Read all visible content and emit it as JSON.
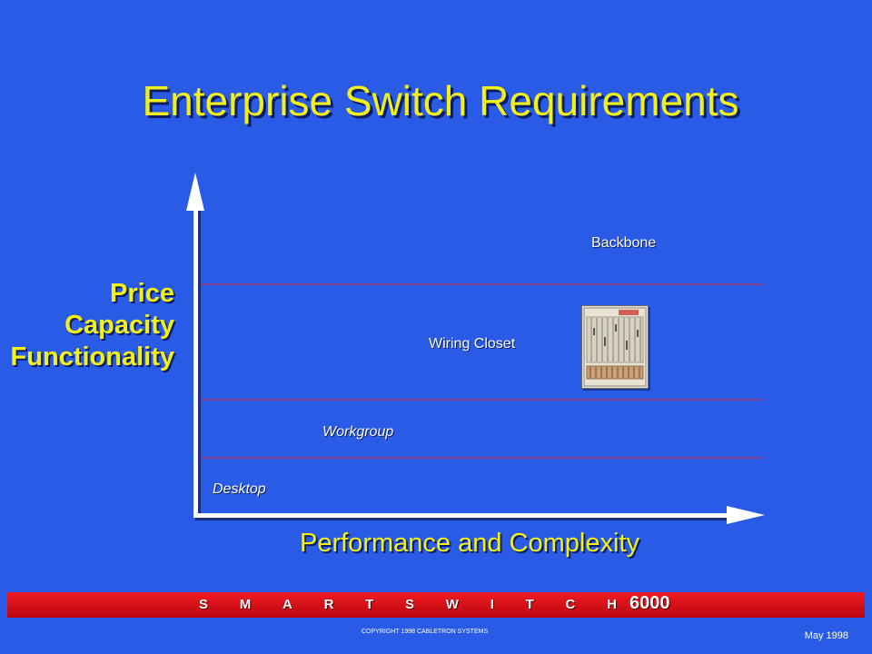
{
  "slide": {
    "title": "Enterprise Switch Requirements",
    "y_axis_lines": [
      "Price",
      "Capacity",
      "Functionality"
    ],
    "x_axis_label": "Performance and Complexity",
    "tiers": [
      "Backbone",
      "Wiring Closet",
      "Workgroup",
      "Desktop"
    ]
  },
  "footer": {
    "brand_letters": [
      "S",
      "M",
      "A",
      "R",
      "T",
      "S",
      "W",
      "I",
      "T",
      "C",
      "H"
    ],
    "model": "6000",
    "copyright": "COPYRIGHT 1998 CABLETRON SYSTEMS",
    "date": "May 1998"
  },
  "colors": {
    "background": "#2a5be6",
    "title_yellow": "#f2f016",
    "axis": "#ffffff",
    "tier_lines": "#e0283c",
    "footer_red": "#e01018"
  },
  "icons": [
    "chassis-switch-image"
  ]
}
